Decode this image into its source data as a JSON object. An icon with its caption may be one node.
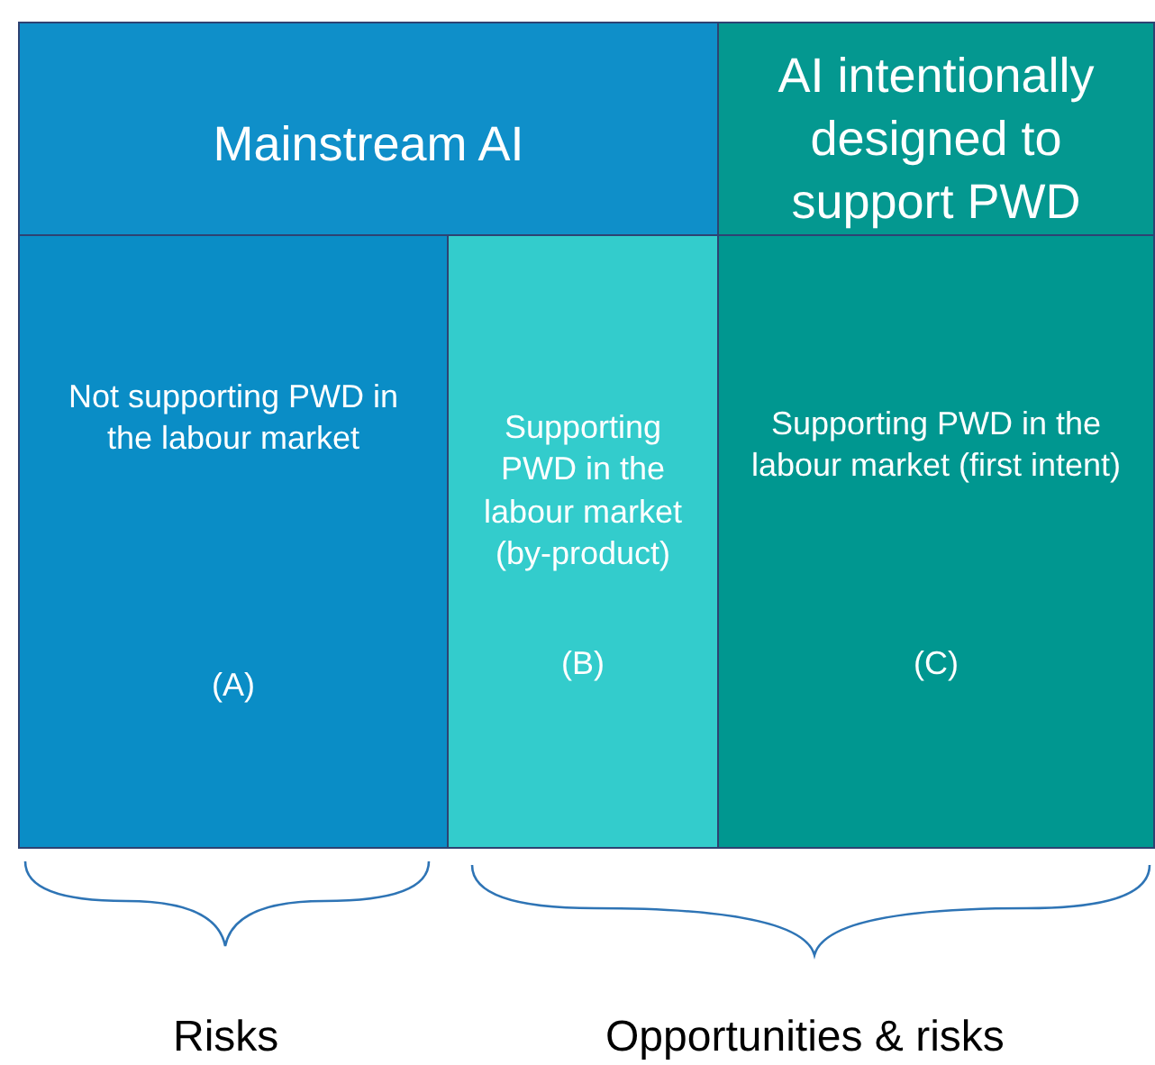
{
  "diagram": {
    "nodes": [
      {
        "text": [
          "Mainstream AI"
        ]
      },
      {
        "text": [
          "AI intentionally designed to support PWD"
        ]
      },
      {
        "text": [
          "Not supporting PWD in the labour market",
          "(A)"
        ]
      },
      {
        "text": [
          "Supporting PWD in the labour market (by-product)",
          "(B)"
        ]
      },
      {
        "text": [
          "Supporting PWD in the labour market (first intent)",
          "(C)"
        ]
      }
    ],
    "edges": [],
    "labels": [
      "Risks",
      "Opportunities & risks"
    ]
  }
}
